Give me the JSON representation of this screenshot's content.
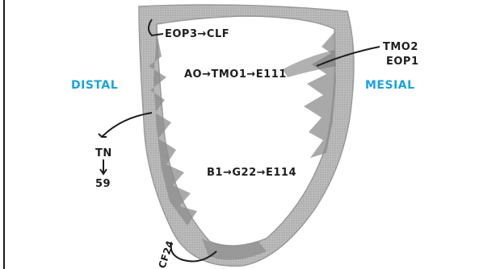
{
  "labels": {
    "distal": "DISTAL",
    "mesial": "MESIAL",
    "top_sequence": "EOP3→CLF",
    "upper_sequence": "AO→TMO1→E111",
    "right_tag_line1": "TMO2",
    "right_tag_line2": "EOP1",
    "middle_sequence": "B1→G22→E114",
    "left_tag_top": "TN",
    "left_tag_bottom": "59",
    "bottom_tag": "CF24"
  },
  "colors": {
    "side_label": "#1aa3e0",
    "outline_fill": "#b7b7b7",
    "shading": "#8f8f8f",
    "ink": "#1e1e1e"
  }
}
